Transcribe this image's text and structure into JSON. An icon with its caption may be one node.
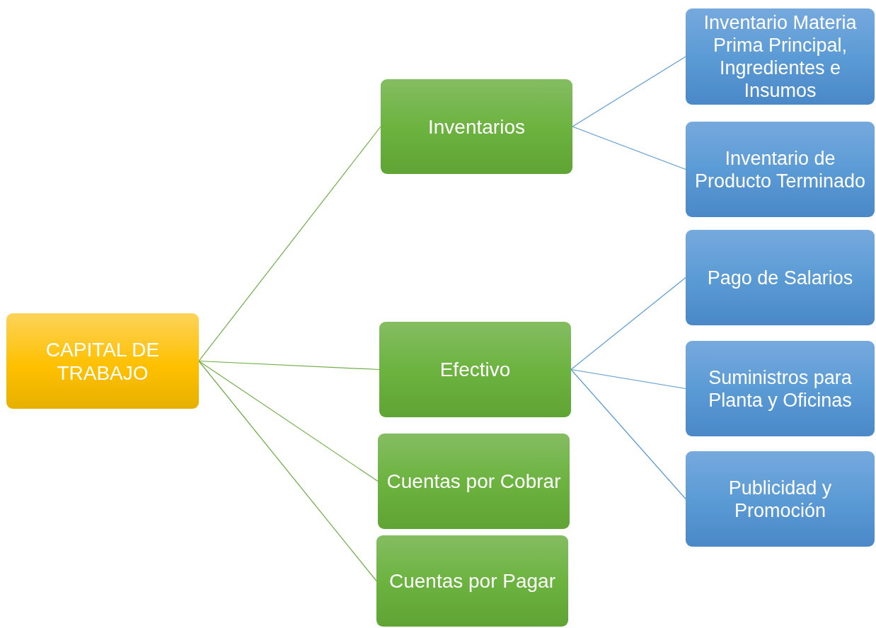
{
  "diagram": {
    "nodes": [
      {
        "text": [
          "CAPITAL DE TRABAJO"
        ]
      },
      {
        "text": [
          "Inventarios"
        ]
      },
      {
        "text": [
          "Efectivo"
        ]
      },
      {
        "text": [
          "Cuentas por Cobrar"
        ]
      },
      {
        "text": [
          "Cuentas por Pagar"
        ]
      },
      {
        "text": [
          "Inventario Materia Prima Principal, Ingredientes e Insumos"
        ]
      },
      {
        "text": [
          "Inventario de Producto Terminado"
        ]
      },
      {
        "text": [
          "Pago de Salarios"
        ]
      },
      {
        "text": [
          "Suministros para Planta y Oficinas"
        ]
      },
      {
        "text": [
          "Publicidad y Promoción"
        ]
      }
    ],
    "edges": [
      {
        "from": 0,
        "to": 1,
        "arrow": "none",
        "color": "#70ad47"
      },
      {
        "from": 0,
        "to": 2,
        "arrow": "none",
        "color": "#70ad47"
      },
      {
        "from": 0,
        "to": 3,
        "arrow": "none",
        "color": "#70ad47"
      },
      {
        "from": 0,
        "to": 4,
        "arrow": "none",
        "color": "#70ad47"
      },
      {
        "from": 1,
        "to": 5,
        "arrow": "none"
      },
      {
        "from": 1,
        "to": 6,
        "arrow": "none"
      },
      {
        "from": 2,
        "to": 7,
        "arrow": "none"
      },
      {
        "from": 2,
        "to": 8,
        "arrow": "none"
      },
      {
        "from": 2,
        "to": 9,
        "arrow": "none"
      }
    ]
  }
}
